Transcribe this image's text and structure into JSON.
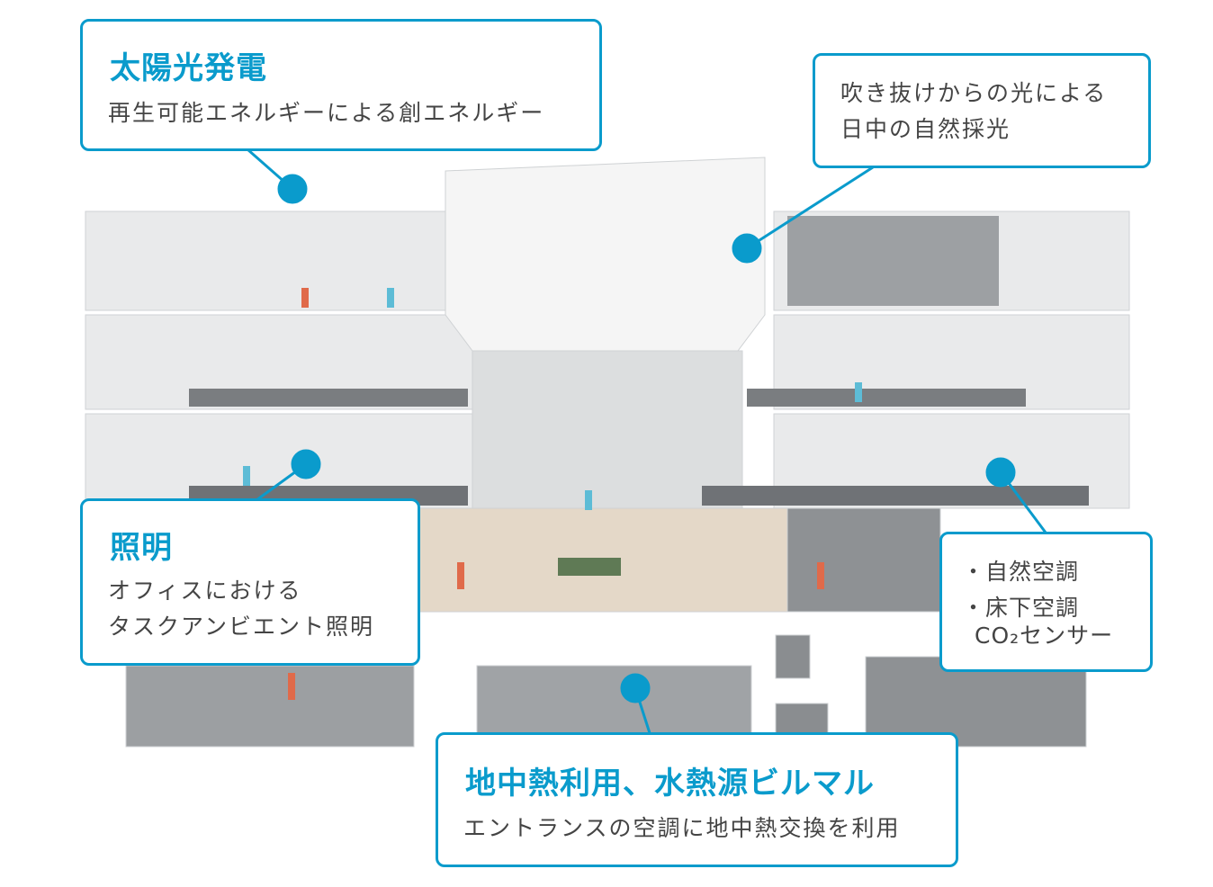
{
  "accent_color": "#0a9bcc",
  "callouts": {
    "solar": {
      "title": "太陽光発電",
      "text": "再生可能エネルギーによる創エネルギー"
    },
    "daylight": {
      "line1": "吹き抜けからの光による",
      "line2": "日中の自然採光"
    },
    "lighting": {
      "title": "照明",
      "line1": "オフィスにおける",
      "line2": "タスクアンビエント照明"
    },
    "hvac": {
      "line1": "・自然空調",
      "line2": "・床下空調",
      "line3": "CO₂センサー"
    },
    "geothermal": {
      "title": "地中熱利用、水熱源ビルマル",
      "text": "エントランスの空調に地中熱交換を利用"
    }
  }
}
